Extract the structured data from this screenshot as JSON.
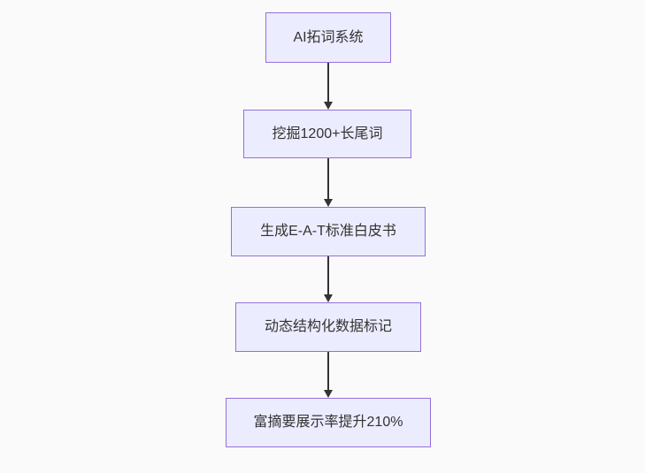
{
  "diagram": {
    "type": "flowchart",
    "direction": "top-down",
    "colors": {
      "canvas_bg": "#fafafa",
      "node_fill": "#ECECFF",
      "node_border": "#9370DB",
      "arrow_color": "#333333",
      "text_color": "#333333"
    },
    "nodes": [
      {
        "id": "n1",
        "label": "AI拓词系统"
      },
      {
        "id": "n2",
        "label": "挖掘1200+长尾词"
      },
      {
        "id": "n3",
        "label": "生成E-A-T标准白皮书"
      },
      {
        "id": "n4",
        "label": "动态结构化数据标记"
      },
      {
        "id": "n5",
        "label": "富摘要展示率提升210%"
      }
    ],
    "edges": [
      {
        "from": "n1",
        "to": "n2"
      },
      {
        "from": "n2",
        "to": "n3"
      },
      {
        "from": "n3",
        "to": "n4"
      },
      {
        "from": "n4",
        "to": "n5"
      }
    ]
  }
}
